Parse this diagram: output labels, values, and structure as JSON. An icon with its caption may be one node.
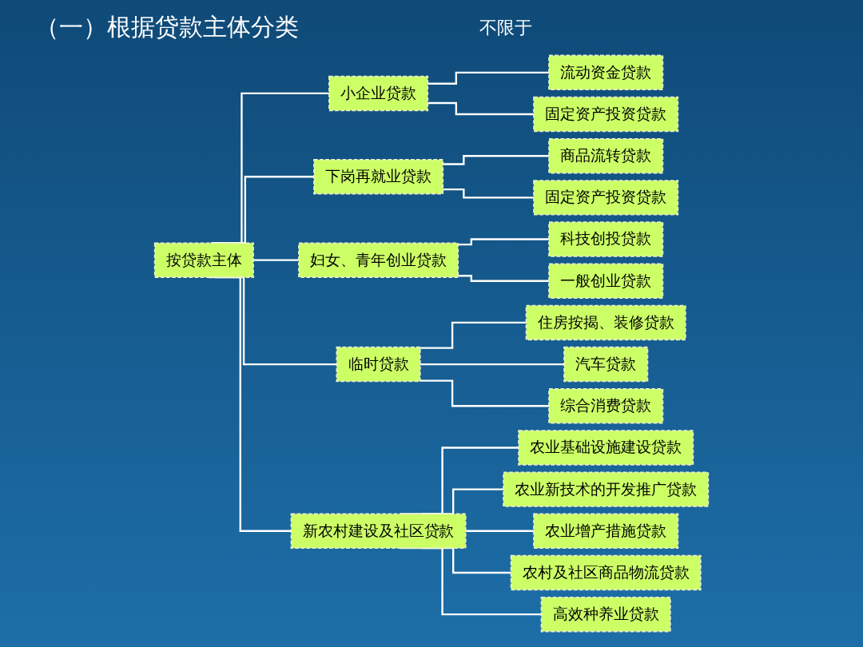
{
  "diagram": {
    "title": "（一）根据贷款主体分类",
    "nodes": [
      {
        "text": [
          "按贷款主体"
        ]
      },
      {
        "text": [
          "小企业贷款"
        ]
      },
      {
        "text": [
          "流动资金贷款"
        ]
      },
      {
        "text": [
          "固定资产投资贷款"
        ]
      },
      {
        "text": [
          "下岗再就业贷款"
        ]
      },
      {
        "text": [
          "商品流转贷款"
        ]
      },
      {
        "text": [
          "固定资产投资贷款"
        ]
      },
      {
        "text": [
          "妇女、青年创业贷款"
        ]
      },
      {
        "text": [
          "科技创投贷款"
        ]
      },
      {
        "text": [
          "一般创业贷款"
        ]
      },
      {
        "text": [
          "临时贷款"
        ]
      },
      {
        "text": [
          "住房按揭、装修贷款"
        ]
      },
      {
        "text": [
          "汽车贷款"
        ]
      },
      {
        "text": [
          "综合消费贷款"
        ]
      },
      {
        "text": [
          "新农村建设及社区贷款"
        ]
      },
      {
        "text": [
          "农业基础设施建设贷款"
        ]
      },
      {
        "text": [
          "农业新技术的开发推广贷款"
        ]
      },
      {
        "text": [
          "农业增产措施贷款"
        ]
      },
      {
        "text": [
          "农村及社区商品物流贷款"
        ]
      },
      {
        "text": [
          "高效种养业贷款"
        ]
      }
    ],
    "edges": [
      {
        "from": 0,
        "to": 1,
        "arrow": "none"
      },
      {
        "from": 0,
        "to": 4,
        "arrow": "none"
      },
      {
        "from": 0,
        "to": 7,
        "arrow": "none"
      },
      {
        "from": 0,
        "to": 10,
        "arrow": "none"
      },
      {
        "from": 0,
        "to": 14,
        "arrow": "none"
      },
      {
        "from": 1,
        "to": 2,
        "arrow": "none"
      },
      {
        "from": 1,
        "to": 3,
        "arrow": "none"
      },
      {
        "from": 4,
        "to": 5,
        "arrow": "none"
      },
      {
        "from": 4,
        "to": 6,
        "arrow": "none"
      },
      {
        "from": 7,
        "to": 8,
        "arrow": "none"
      },
      {
        "from": 7,
        "to": 9,
        "arrow": "none"
      },
      {
        "from": 10,
        "to": 11,
        "arrow": "none"
      },
      {
        "from": 10,
        "to": 12,
        "arrow": "none"
      },
      {
        "from": 10,
        "to": 13,
        "arrow": "none"
      },
      {
        "from": 14,
        "to": 15,
        "arrow": "none"
      },
      {
        "from": 14,
        "to": 16,
        "arrow": "none"
      },
      {
        "from": 14,
        "to": 17,
        "arrow": "none"
      },
      {
        "from": 14,
        "to": 18,
        "arrow": "none"
      },
      {
        "from": 14,
        "to": 19,
        "arrow": "none"
      }
    ],
    "labels": [
      "不限于"
    ]
  }
}
